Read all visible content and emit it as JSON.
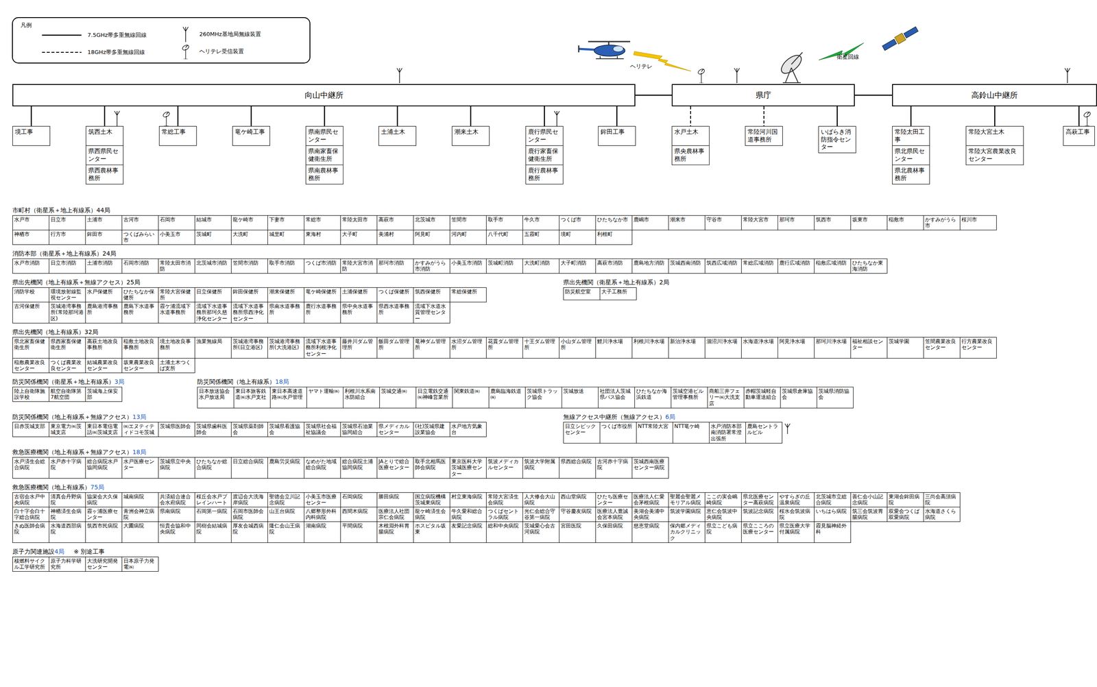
{
  "diagram": {
    "nodes": [
      {
        "text": [
          "向山中継所"
        ]
      },
      {
        "text": [
          "県庁"
        ]
      },
      {
        "text": [
          "高鈴山中継所"
        ]
      },
      {
        "text": [
          "境工事"
        ]
      },
      {
        "text": [
          "筑西土木"
        ]
      },
      {
        "text": [
          "県西県民センター"
        ]
      },
      {
        "text": [
          "県西農林事務所"
        ]
      },
      {
        "text": [
          "常総工事"
        ]
      },
      {
        "text": [
          "竜ケ崎工事"
        ]
      },
      {
        "text": [
          "県南県民センター"
        ]
      },
      {
        "text": [
          "県南家畜保健衛生所"
        ]
      },
      {
        "text": [
          "県南農林事務所"
        ]
      },
      {
        "text": [
          "土浦土木"
        ]
      },
      {
        "text": [
          "潮来土木"
        ]
      },
      {
        "text": [
          "鹿行県民センター"
        ]
      },
      {
        "text": [
          "鹿行家畜保健衛生所"
        ]
      },
      {
        "text": [
          "鹿行農林事務所"
        ]
      },
      {
        "text": [
          "鉾田工事"
        ]
      },
      {
        "text": [
          "水戸土木"
        ]
      },
      {
        "text": [
          "県央農林事務所"
        ]
      },
      {
        "text": [
          "常陸河川国道事務所"
        ]
      },
      {
        "text": [
          "いばらき消防指令センター"
        ]
      },
      {
        "text": [
          "常陸太田工事"
        ]
      },
      {
        "text": [
          "県北県民センター"
        ]
      },
      {
        "text": [
          "県北農林事務所"
        ]
      },
      {
        "text": [
          "常陸大宮土木"
        ]
      },
      {
        "text": [
          "常陸大宮農業改良センター"
        ]
      },
      {
        "text": [
          "高萩工事"
        ]
      }
    ],
    "edges": [
      {
        "from": 0,
        "to": 1,
        "arrow": "none"
      },
      {
        "from": 1,
        "to": 2,
        "arrow": "none"
      },
      {
        "from": 0,
        "to": 3,
        "arrow": "none"
      },
      {
        "from": 0,
        "to": 4,
        "arrow": "none"
      },
      {
        "from": 0,
        "to": 7,
        "arrow": "none"
      },
      {
        "from": 0,
        "to": 8,
        "arrow": "none"
      },
      {
        "from": 0,
        "to": 9,
        "arrow": "none"
      },
      {
        "from": 0,
        "to": 12,
        "arrow": "none"
      },
      {
        "from": 0,
        "to": 13,
        "arrow": "none"
      },
      {
        "from": 0,
        "to": 14,
        "arrow": "none"
      },
      {
        "from": 0,
        "to": 17,
        "arrow": "none"
      },
      {
        "from": 1,
        "to": 18,
        "arrow": "none"
      },
      {
        "from": 1,
        "to": 20,
        "arrow": "none"
      },
      {
        "from": 1,
        "to": 21,
        "arrow": "none"
      },
      {
        "from": 2,
        "to": 22,
        "arrow": "none"
      },
      {
        "from": 2,
        "to": 25,
        "arrow": "none"
      },
      {
        "from": 2,
        "to": 27,
        "arrow": "none"
      }
    ],
    "labels": [
      "凡例",
      "ヘリテレ",
      "衛星回線",
      "市町村（衛星系＋地上有線系）",
      "44局",
      "水戸市",
      "日立市",
      "土浦市",
      "古河市",
      "石岡市",
      "結城市",
      "龍ケ崎市",
      "下妻市",
      "常総市",
      "常陸太田市",
      "高萩市",
      "北茨城市",
      "笠間市",
      "取手市",
      "牛久市",
      "つくば市",
      "ひたちなか市",
      "鹿嶋市",
      "潮来市",
      "守谷市",
      "常陸大宮市",
      "那珂市",
      "筑西市",
      "坂東市",
      "稲敷市",
      "かすみがうら市",
      "桜川市",
      "神栖市",
      "行方市",
      "鉾田市",
      "つくばみらい市",
      "小美玉市",
      "茨城町",
      "大洗町",
      "城里町",
      "東海村",
      "大子町",
      "美浦村",
      "阿見町",
      "河内町",
      "八千代町",
      "五霞町",
      "境町",
      "利根町",
      "消防本部（衛星系＋地上有線系）",
      "24局",
      "水戸市消防",
      "日立市消防",
      "土浦市消防",
      "石岡市消防",
      "常陸太田市消防",
      "北茨城市消防",
      "笠間市消防",
      "取手市消防",
      "つくば市消防",
      "常陸大宮市消防",
      "那珂市消防",
      "かすみがうら市消防",
      "小美玉市消防",
      "茨城町消防",
      "大洗町消防",
      "大子町消防",
      "高萩市消防",
      "鹿島地方消防",
      "茨城西南消防",
      "筑西広域消防",
      "常総広域消防",
      "鹿行広域消防",
      "稲敷広域消防",
      "ひたちなか東海消防",
      "県出先機関（地上有線系＋無線アクセス）",
      "25局",
      "消防学校",
      "環境放射線監視センター",
      "水戸保健所",
      "ひたちなか保健所",
      "常陸大宮保健所",
      "日立保健所",
      "鉾田保健所",
      "潮来保健所",
      "竜ケ崎保健所",
      "土浦保健所",
      "つくば保健所",
      "筑西保健所",
      "常総保健所",
      "古河保健所",
      "茨城港湾事務所(常陸那珂港区)",
      "鹿島港湾事務所",
      "鹿島下水道事務所",
      "霞ケ浦流域下水道事務所",
      "流域下水道事務所那珂久慈浄化センター",
      "流域下水道事務所県西浄化センター",
      "県南水道事務所",
      "鹿行水道事務所",
      "県中央水道事務所",
      "県西水道事務所",
      "流域下水道水質管理センター",
      "県出先機関（衛星系＋地上有線系）",
      "2局",
      "防災航空室",
      "大子工務所",
      "県出先機関（地上有線系）",
      "32局",
      "県北家畜保健衛生所",
      "県西家畜保健衛生所",
      "高萩土地改良事務所",
      "稲敷土地改良事務所",
      "境土地改良事務所",
      "漁業無線局",
      "茨城港湾事務所(日立港区)",
      "茨城港湾事務所(大洗港区)",
      "流域下水道事務所利根浄化センター",
      "藤井川ダム管理所",
      "飯田ダム管理所",
      "竜神ダム管理所",
      "水沼ダム管理所",
      "花貫ダム管理所",
      "十王ダム管理所",
      "小山ダム管理所",
      "鯉川浄水場",
      "利根川浄水場",
      "新治浄水場",
      "涸沼川浄水場",
      "水海道浄水場",
      "阿見浄水場",
      "那珂川浄水場",
      "福祉相談センター",
      "茨城学園",
      "笠間農業改良センター",
      "行方農業改良センター",
      "稲敷農業改良センター",
      "つくば農業改良センター",
      "結城農業改良センター",
      "坂東農業改良センター",
      "土浦土木つくば支所",
      "防災関係機関（衛星系＋地上有線系）",
      "3局",
      "陸上自衛隊施設学校",
      "航空自衛隊第7航空団",
      "茨城海上保安部",
      "防災関係機関（地上有線系）",
      "18局",
      "日本放送協会水戸放送局",
      "東日本旅客鉄道㈱水戸支社",
      "東日本高速道路㈱水戸管理",
      "ヤマト運輸㈱",
      "利根川水系南水防組合",
      "茨城交通㈱",
      "日立電鉄交通㈱神峰営業所",
      "関東鉄道㈱",
      "鹿島臨海鉄道㈱",
      "茨城県トラック協会",
      "茨城放送",
      "社団法人茨城県バス協会",
      "ひたちなか海浜鉄道",
      "茨城空港ビル管理事務所",
      "商船三井フェリー㈱大洗支店",
      "赤帽茨城軽自動車運送組合",
      "茨城県倉庫協会",
      "茨城県消防協会",
      "防災関係機関（地上有線系＋無線アクセス）",
      "13局",
      "日赤茨城支部",
      "東京電力㈱茨城支店",
      "東日本電信電話㈱茨城支店",
      "㈱エヌティティドコモ茨城",
      "茨城県医師会",
      "茨城県歯科医師会",
      "茨城県薬剤師会",
      "茨城県看護協会",
      "茨城県社会福祉協議会",
      "茨城県石油業協同組合",
      "県メディカルセンター",
      "(社)茨城県建設業協会",
      "水戸地方気象台",
      "無線アクセス中継所（無線アクセス）",
      "6局",
      "日立シビックセンター",
      "つくば市役所",
      "NTT常陸大宮",
      "NTT竜ケ崎",
      "水戸消防本部南消防署常澄出張所",
      "鹿島セントラルビル",
      "救急医療機関（地上有線系＋無線アクセス）",
      "18局",
      "水戸済生会総合病院",
      "水戸赤十字病院",
      "総合病院水戸協同病院",
      "水戸医療センター",
      "茨城県立中央病院",
      "ひたちなか総合病院",
      "日立総合病院",
      "鹿島労災病院",
      "なめがた地域総合病院",
      "総合病院土浦協同病院",
      "JAとりで総合医療センター",
      "取手北相馬医師会病院",
      "東京医科大学茨城医療センター",
      "筑波メディカルセンター",
      "筑波大学附属病院",
      "県西総合病院",
      "古河赤十字病院",
      "茨城西南医療センター病院",
      "救急医療機関（地上有線系）",
      "75局",
      "古宿会水戸中央病院",
      "清真会丹野病院",
      "協栄会大久保病院",
      "城南病院",
      "共済組合連合会水府病院",
      "桜丘会水戸ブレインハート",
      "渡辺会大洗海岸病院",
      "聖徳会立川記念病院",
      "小美玉市医療センター",
      "石岡病院",
      "勝田病院",
      "国立病院機構茨城東病院",
      "村立東海病院",
      "常陸大宮済生会病院",
      "人大修会大山病院",
      "西山堂病院",
      "ひたち医療センター",
      "医療法人仁愛会茅根病院",
      "聖麗会聖麗メモリアル病院",
      "ここの実会嶋崎病院",
      "県北医療センター高萩病院",
      "やすらぎの丘温泉病院",
      "北茨城市立総合病院",
      "善仁会小山記念病院",
      "東湖会鉾田病院",
      "三尚会高須病院",
      "白十字会白十字総合病院",
      "神栖済生会病院",
      "霞ヶ浦医療センター",
      "青洲会神立病院",
      "県南病院",
      "石岡第一病院",
      "石岡市医師会病院",
      "山王台病院",
      "八郷整形外科内科病院",
      "西間木病院",
      "医療法人社団宗仁会病院",
      "龍ケ崎済生会病院",
      "牛久愛和総合病院",
      "つくばセントラル病院",
      "光仁会総合守谷第一病院",
      "守谷慶友病院",
      "医療法人豊誠会宮本病院",
      "美湖会美浦中央病院",
      "筑波学園病院",
      "恵仁会筑波中央病院",
      "筑波記念病院",
      "桜水会筑波病院",
      "いちはら病院",
      "筑三会筑波胃腸病院",
      "双愛会つくば双愛病院",
      "水海道さくら病院",
      "きぬ医師会病院",
      "水海道西部病院",
      "筑西市民病院",
      "大圃病院",
      "恒貴会協和中央病院",
      "同樹会結城病院",
      "厚友会城西病院",
      "隆仁会山王病院",
      "湖南病院",
      "平間病院",
      "木根淵外科胃腸病院",
      "ホスピタル坂東",
      "友愛記念病院",
      "総和中央病院",
      "茨城愛心会古河病院",
      "宮田医院",
      "久保田病院",
      "慈恵堂病院",
      "保内郷メディカルクリニック",
      "県立こども病院",
      "県立こころの医療センター",
      "県立医療大学付属病院",
      "霞見脳神経外科",
      "原子力関連施設",
      "4局",
      "※ 別途工事",
      "核燃料サイクル工学研究所",
      "原子力科学研究所",
      "大洗研究開発センター",
      "日本原子力発電㈱"
    ],
    "legend": [
      {
        "text": "7.5GHz帯多重無線回線"
      },
      {
        "text": "18GHz帯多重無線回線"
      },
      {
        "text": "260MHz基地局無線装置"
      },
      {
        "text": "ヘリテレ受信装置"
      }
    ]
  }
}
